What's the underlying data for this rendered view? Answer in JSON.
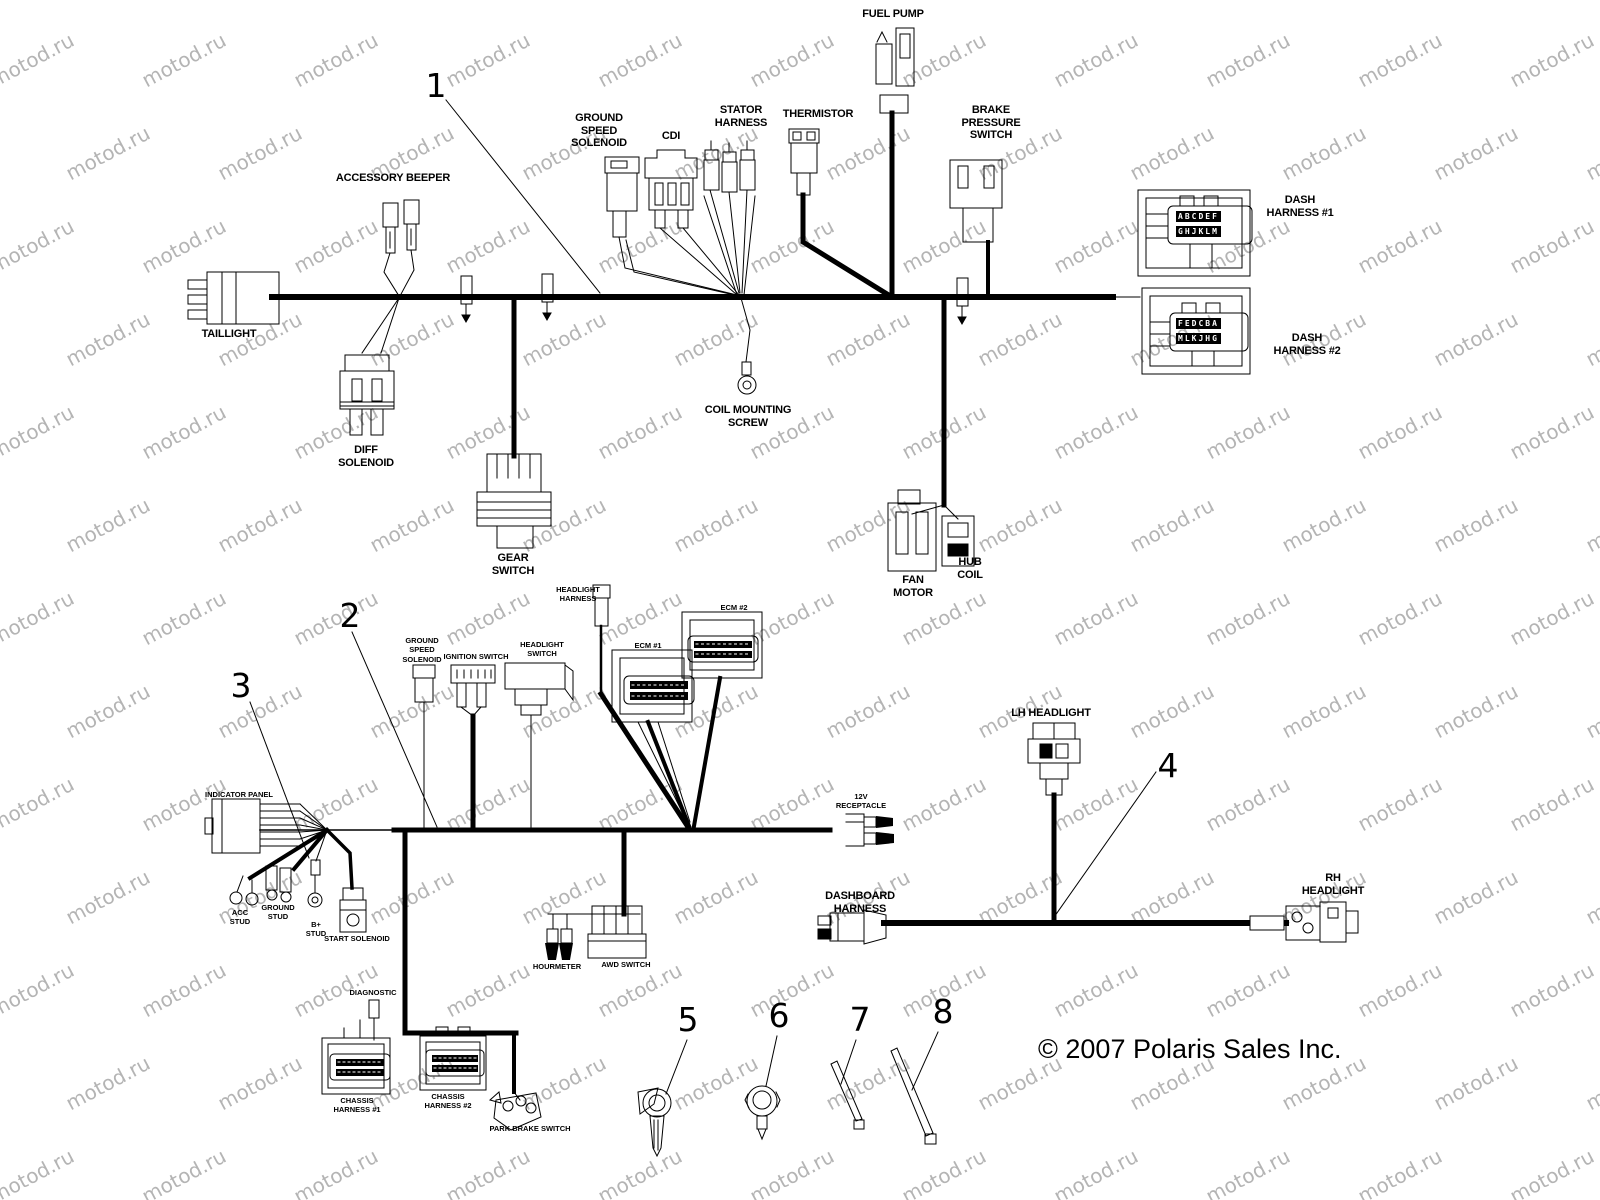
{
  "watermark": {
    "text": "motod.ru",
    "color": "#b4b4b4"
  },
  "copyright": "© 2007 Polaris Sales Inc.",
  "callouts": {
    "c1": "1",
    "c2": "2",
    "c3": "3",
    "c4": "4",
    "c5": "5",
    "c6": "6",
    "c7": "7",
    "c8": "8"
  },
  "labels": {
    "taillight": "TAILLIGHT",
    "accessory_beeper": "ACCESSORY BEEPER",
    "diff_solenoid": "DIFF\nSOLENOID",
    "gear_switch": "GEAR\nSWITCH",
    "ground_speed_solenoid_top": "GROUND\nSPEED\nSOLENOID",
    "cdi": "CDI",
    "stator_harness": "STATOR\nHARNESS",
    "coil_mounting_screw": "COIL MOUNTING\nSCREW",
    "thermistor": "THERMISTOR",
    "fuel_pump": "FUEL PUMP",
    "brake_pressure_switch": "BRAKE\nPRESSURE\nSWITCH",
    "dash_harness_1": "DASH\nHARNESS #1",
    "dash_harness_2": "DASH\nHARNESS #2",
    "fan_motor": "FAN\nMOTOR",
    "hub_coil": "HUB\nCOIL",
    "headlight_harness": "HEADLIGHT\nHARNESS",
    "ecm_1": "ECM #1",
    "ecm_2": "ECM #2",
    "ground_speed_solenoid_mid": "GROUND\nSPEED\nSOLENOID",
    "ignition_switch": "IGNITION SWITCH",
    "headlight_switch": "HEADLIGHT\nSWITCH",
    "indicator_panel": "INDICATOR PANEL",
    "acc_stud": "ACC\nSTUD",
    "ground_stud": "GROUND\nSTUD",
    "b_stud": "B+\nSTUD",
    "start_solenoid": "START SOLENOID",
    "hourmeter": "HOURMETER",
    "awd_switch": "AWD SWITCH",
    "receptacle_12v": "12V\nRECEPTACLE",
    "diagnostic": "DIAGNOSTIC",
    "chassis_harness_1": "CHASSIS\nHARNESS #1",
    "chassis_harness_2": "CHASSIS\nHARNESS #2",
    "park_brake_switch": "PARK BRAKE SWITCH",
    "dashboard_harness": "DASHBOARD\nHARNESS",
    "lh_headlight": "LH HEADLIGHT",
    "rh_headlight": "RH\nHEADLIGHT"
  },
  "dash_connector_pins": {
    "dash1_row1": "ABCDEF",
    "dash1_row2": "GHJKLM",
    "dash2_row1": "FEDCBA",
    "dash2_row2": "MLKJHG"
  }
}
